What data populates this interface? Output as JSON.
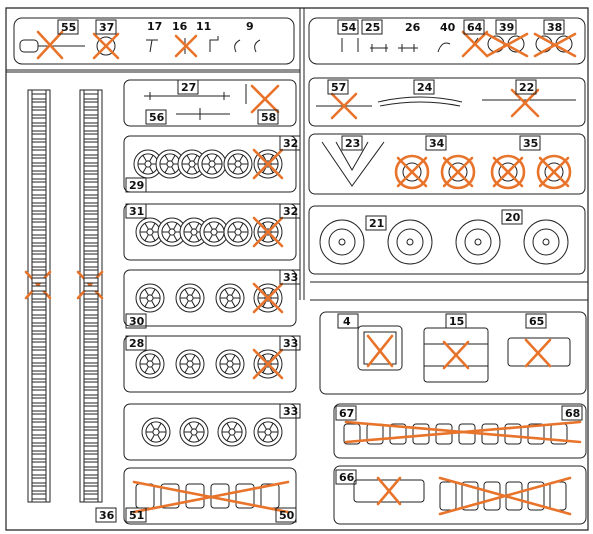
{
  "part_numbers": {
    "p55": "55",
    "p37": "37",
    "p17": "17",
    "p16": "16",
    "p11": "11",
    "p9": "9",
    "p54": "54",
    "p25": "25",
    "p26": "26",
    "p40": "40",
    "p64": "64",
    "p39": "39",
    "p38": "38",
    "p27": "27",
    "p56": "56",
    "p58": "58",
    "p57": "57",
    "p24": "24",
    "p22": "22",
    "p32a": "32",
    "p29": "29",
    "p23": "23",
    "p34": "34",
    "p35": "35",
    "p31": "31",
    "p32b": "32",
    "p21": "21",
    "p20": "20",
    "p33a": "33",
    "p30": "30",
    "p4": "4",
    "p15": "15",
    "p65": "65",
    "p28": "28",
    "p33b": "33",
    "p33c": "33",
    "p67": "67",
    "p68": "68",
    "p36": "36",
    "p51": "51",
    "p50": "50",
    "p66": "66"
  },
  "colors": {
    "line": "#222222",
    "cross_mark": "#e8732a",
    "background": "#ffffff"
  }
}
